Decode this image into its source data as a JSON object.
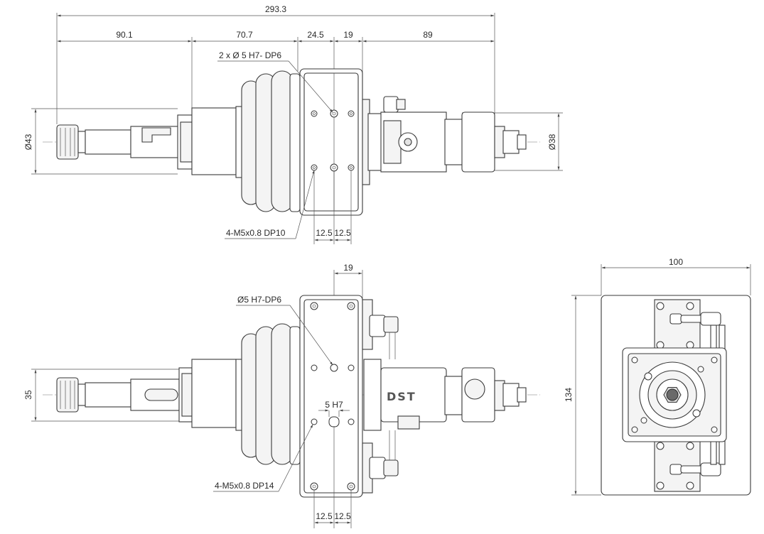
{
  "drawing": {
    "brand_logo_text": "DST",
    "top_view": {
      "dim_overall": "293.3",
      "dim_segments": [
        "90.1",
        "70.7",
        "24.5",
        "19",
        "89"
      ],
      "dim_left_diameter": "Ø43",
      "dim_right_diameter": "Ø38",
      "callout_pin_holes": "2 x Ø 5 H7- DP6",
      "callout_threaded_holes": "4-M5x0.8 DP10",
      "dim_hole_spacing": [
        "12.5",
        "12.5"
      ]
    },
    "front_view": {
      "dim_plate_width": "19",
      "dim_height": "35",
      "callout_pin_hole": "Ø5 H7-DP6",
      "callout_slot": "5 H7",
      "callout_threaded_holes": "4-M5x0.8 DP14",
      "dim_hole_spacing": [
        "12.5",
        "12.5"
      ]
    },
    "side_view": {
      "dim_width": "100",
      "dim_height": "134"
    }
  }
}
